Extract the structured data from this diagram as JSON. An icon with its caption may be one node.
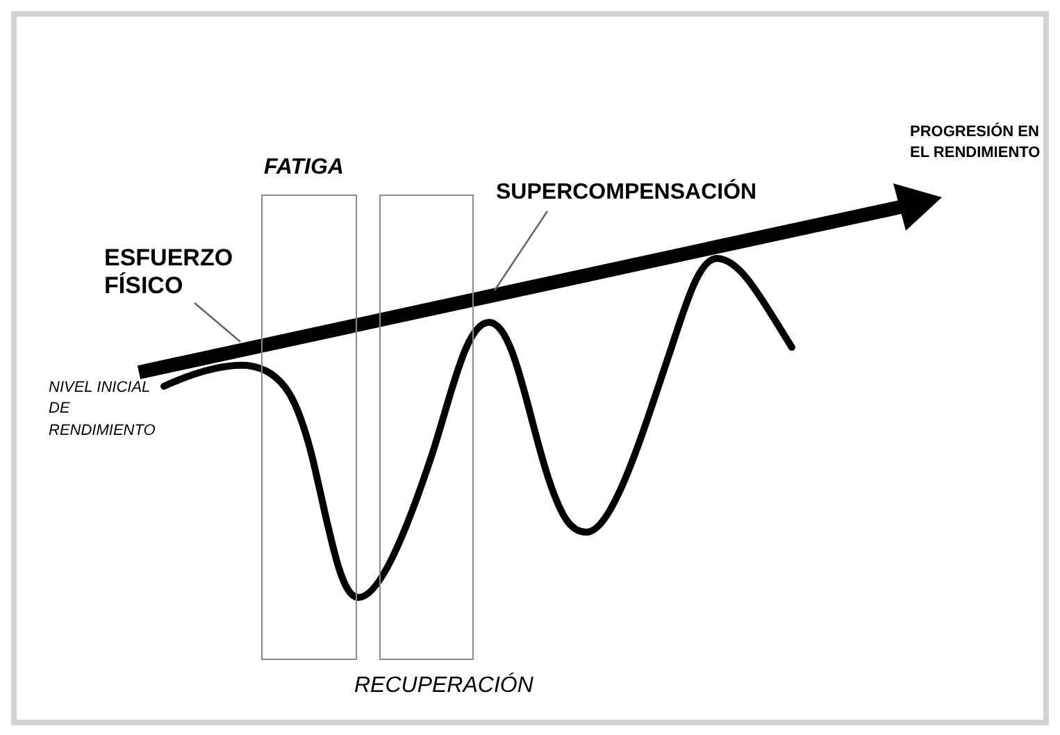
{
  "diagram": {
    "nodes": [
      {
        "text": [
          "FATIGA"
        ]
      },
      {
        "text": [
          "RECUPERACIÓN"
        ]
      },
      {
        "text": [
          "ESFUERZO FÍSICO"
        ]
      },
      {
        "text": [
          "SUPERCOMPENSACIÓN"
        ]
      }
    ],
    "edges": [
      {
        "from": 2,
        "to": null,
        "arrow": "none"
      },
      {
        "from": 3,
        "to": null,
        "arrow": "none"
      }
    ],
    "labels": [
      "PROGRESIÓN EN EL RENDIMIENTO",
      "NIVEL INICIAL DE RENDIMIENTO"
    ]
  }
}
